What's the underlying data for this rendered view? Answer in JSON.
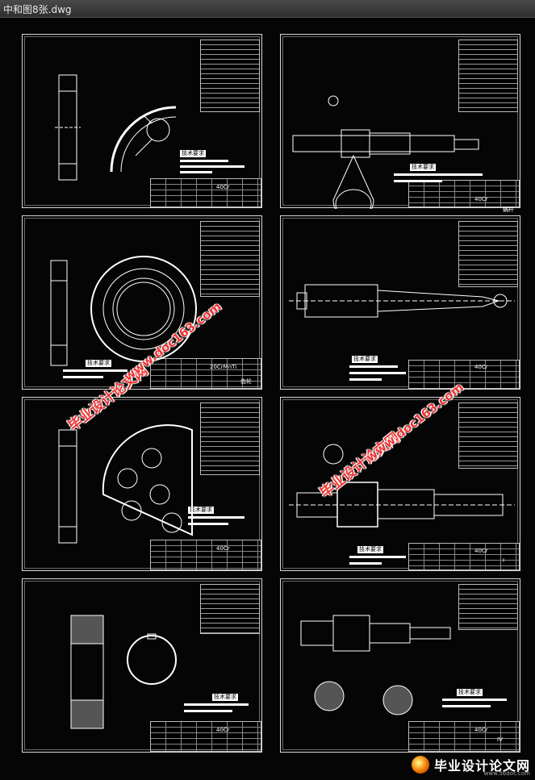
{
  "window": {
    "title": "中和图8张.dwg"
  },
  "sheets": [
    {
      "id": 1,
      "tech_req": "技术要求",
      "weight": "40Cr",
      "name": ""
    },
    {
      "id": 2,
      "tech_req": "技术要求",
      "weight": "40Cr",
      "name": "蜗杆"
    },
    {
      "id": 3,
      "tech_req": "技术要求",
      "weight": "20CrMnTi",
      "name": "齿轮"
    },
    {
      "id": 4,
      "tech_req": "技术要求",
      "weight": "40Cr",
      "name": ""
    },
    {
      "id": 5,
      "tech_req": "技术要求",
      "weight": "40Cr",
      "name": ""
    },
    {
      "id": 6,
      "tech_req": "技术要求",
      "weight": "40Cr",
      "name": "I"
    },
    {
      "id": 7,
      "tech_req": "技术要求",
      "weight": "40Cr",
      "name": ""
    },
    {
      "id": 8,
      "tech_req": "技术要求",
      "weight": "40Cr",
      "name": "IV"
    }
  ],
  "watermarks": [
    {
      "text": "毕业设计论文网"
    },
    {
      "text": "www.doc163.com"
    },
    {
      "text": "毕业设计论文网"
    },
    {
      "text": "www.doc163.com"
    }
  ],
  "footer": {
    "brand": "毕业设计论文网",
    "url": "www.56doc.com"
  }
}
